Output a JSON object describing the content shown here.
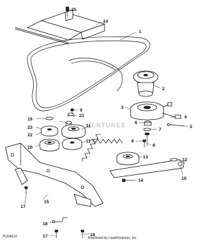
{
  "diagram": {
    "callouts": {
      "c1": "1",
      "c2": "2",
      "c3": "3",
      "c4": "4",
      "c5": "5",
      "c6": "6",
      "c7": "7",
      "c8": "8",
      "c9a": "9",
      "c9b": "9",
      "c10": "10",
      "c11": "11",
      "c12": "12",
      "c13": "13",
      "c14": "14",
      "c15": "15",
      "c16": "16",
      "c17a": "17",
      "c17b": "17",
      "c18": "18",
      "c19": "19",
      "c20": "20",
      "c21": "21",
      "c22": "22",
      "c23": "23",
      "c24": "24",
      "c25": "25"
    },
    "figure_code": "PU04016",
    "credit": "Rendered by LeadVentures, Inc.",
    "watermark": "VENTURES"
  }
}
